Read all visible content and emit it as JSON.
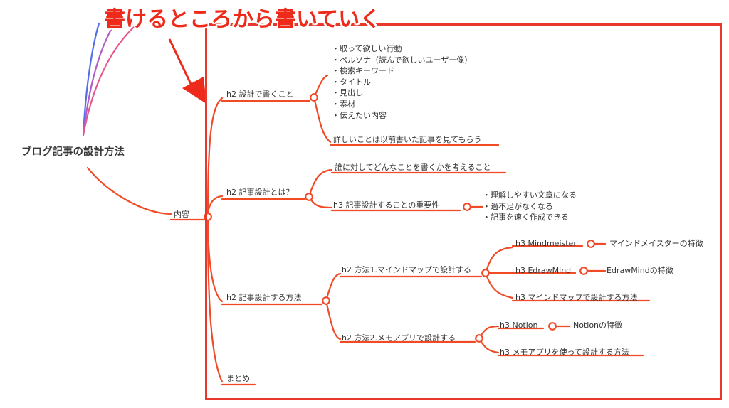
{
  "banner": "書けるところから書いていく",
  "root": "ブログ記事の設計方法",
  "branch_content": "内容",
  "sections": {
    "s1": {
      "title": "h2 設計で書くこと",
      "list": [
        "・取って欲しい行動",
        "・ペルソナ（読んで欲しいユーザー像）",
        "・検索キーワード",
        "・タイトル",
        "・見出し",
        "・素材",
        "・伝えたい内容"
      ],
      "note": "詳しいことは以前書いた記事を見てもらう"
    },
    "s2": {
      "title": "h2 記事設計とは？",
      "child1": "誰に対してどんなことを書くかを考えること",
      "child2": "h3 記事設計することの重要性",
      "bullets": [
        "・理解しやすい文章になる",
        "・過不足がなくなる",
        "・記事を速く作成できる"
      ]
    },
    "s3": {
      "title": "h2 記事設計する方法",
      "m1": "h2 方法1.マインドマップで設計する",
      "m1_items": [
        {
          "label": "h3 Mindmeister",
          "feature": "マインドメイスターの特徴"
        },
        {
          "label": "h3 EdrawMind",
          "feature": "EdrawMindの特徴"
        },
        {
          "label": "h3 マインドマップで設計する方法",
          "feature": ""
        }
      ],
      "m2": "h2 方法2.メモアプリで設計する",
      "m2_items": [
        {
          "label": "h3 Notion",
          "feature": "Notionの特徴"
        },
        {
          "label": "h3 メモアプリを使って設計する方法",
          "feature": ""
        }
      ]
    },
    "s4": {
      "title": "まとめ"
    }
  },
  "colors": {
    "accent": "#f04a27",
    "frame": "#e8382b",
    "banner": "#ee2a1a",
    "root_branch_blue": "#5470e8",
    "root_branch_purple": "#b05cc8",
    "root_branch_pink": "#e6578f"
  }
}
